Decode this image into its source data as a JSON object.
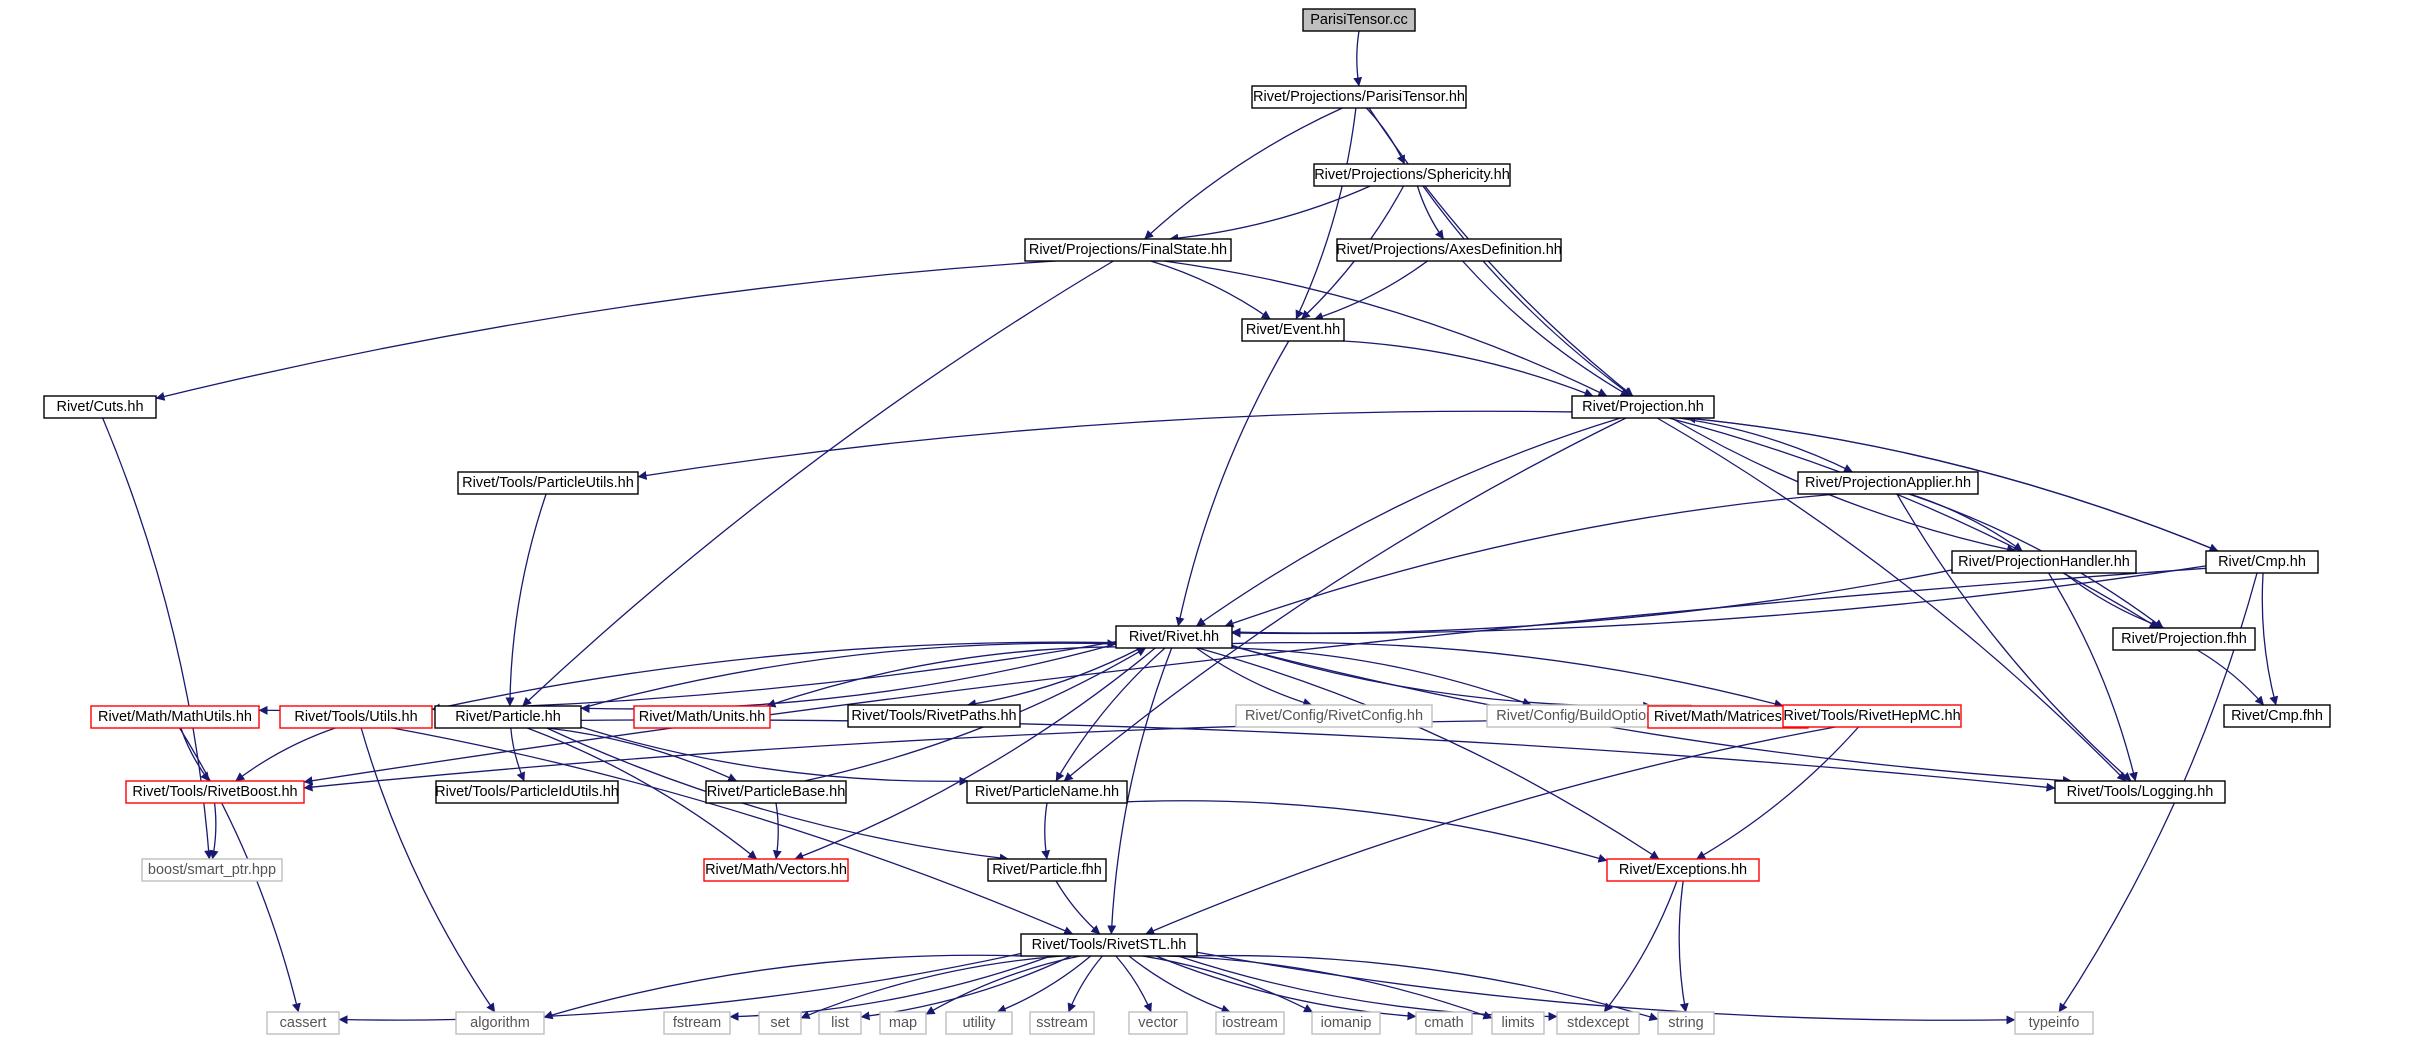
{
  "colors": {
    "edge": "#191970",
    "node_border_normal": "#000000",
    "node_border_truncated": "#ff0000",
    "node_border_external": "#bfbfbf",
    "node_fill_root": "#bfbfbf",
    "node_fill": "#ffffff"
  },
  "nodes": [
    {
      "id": "n0",
      "label": "ParisiTensor.cc",
      "kind": "root"
    },
    {
      "id": "n1",
      "label": "Rivet/Projections/ParisiTensor.hh",
      "kind": "normal"
    },
    {
      "id": "n2",
      "label": "Rivet/Projections/Sphericity.hh",
      "kind": "normal"
    },
    {
      "id": "n3",
      "label": "Rivet/Projections/FinalState.hh",
      "kind": "normal"
    },
    {
      "id": "n4",
      "label": "Rivet/Projections/AxesDefinition.hh",
      "kind": "normal"
    },
    {
      "id": "n5",
      "label": "Rivet/Event.hh",
      "kind": "normal"
    },
    {
      "id": "n6",
      "label": "Rivet/Cuts.hh",
      "kind": "normal"
    },
    {
      "id": "n7",
      "label": "Rivet/Projection.hh",
      "kind": "normal"
    },
    {
      "id": "n8",
      "label": "Rivet/Tools/ParticleUtils.hh",
      "kind": "normal"
    },
    {
      "id": "n9",
      "label": "Rivet/ProjectionApplier.hh",
      "kind": "normal"
    },
    {
      "id": "n10",
      "label": "Rivet/ProjectionHandler.hh",
      "kind": "normal"
    },
    {
      "id": "n11",
      "label": "Rivet/Cmp.hh",
      "kind": "normal"
    },
    {
      "id": "n12",
      "label": "Rivet/Rivet.hh",
      "kind": "normal"
    },
    {
      "id": "n13",
      "label": "Rivet/Projection.fhh",
      "kind": "normal"
    },
    {
      "id": "n14",
      "label": "Rivet/Cmp.fhh",
      "kind": "normal"
    },
    {
      "id": "n15",
      "label": "Rivet/Math/MathUtils.hh",
      "kind": "truncated"
    },
    {
      "id": "n16",
      "label": "Rivet/Tools/Utils.hh",
      "kind": "truncated"
    },
    {
      "id": "n17",
      "label": "Rivet/Particle.hh",
      "kind": "normal"
    },
    {
      "id": "n18",
      "label": "Rivet/Math/Units.hh",
      "kind": "truncated"
    },
    {
      "id": "n19",
      "label": "Rivet/Tools/RivetPaths.hh",
      "kind": "normal"
    },
    {
      "id": "n20",
      "label": "Rivet/Config/RivetConfig.hh",
      "kind": "external"
    },
    {
      "id": "n21",
      "label": "Rivet/Config/BuildOptions.hh",
      "kind": "external"
    },
    {
      "id": "n22",
      "label": "Rivet/Math/Matrices.hh",
      "kind": "truncated"
    },
    {
      "id": "n23",
      "label": "Rivet/Tools/RivetHepMC.hh",
      "kind": "truncated"
    },
    {
      "id": "n24",
      "label": "Rivet/Tools/RivetBoost.hh",
      "kind": "truncated"
    },
    {
      "id": "n25",
      "label": "Rivet/Tools/ParticleIdUtils.hh",
      "kind": "normal"
    },
    {
      "id": "n26",
      "label": "Rivet/ParticleBase.hh",
      "kind": "normal"
    },
    {
      "id": "n27",
      "label": "Rivet/ParticleName.hh",
      "kind": "normal"
    },
    {
      "id": "n28",
      "label": "Rivet/Tools/Logging.hh",
      "kind": "normal"
    },
    {
      "id": "n29",
      "label": "boost/smart_ptr.hpp",
      "kind": "external"
    },
    {
      "id": "n30",
      "label": "Rivet/Math/Vectors.hh",
      "kind": "truncated"
    },
    {
      "id": "n31",
      "label": "Rivet/Particle.fhh",
      "kind": "normal"
    },
    {
      "id": "n32",
      "label": "Rivet/Exceptions.hh",
      "kind": "truncated"
    },
    {
      "id": "n33",
      "label": "Rivet/Tools/RivetSTL.hh",
      "kind": "normal"
    },
    {
      "id": "n34",
      "label": "cassert",
      "kind": "external"
    },
    {
      "id": "n35",
      "label": "algorithm",
      "kind": "external"
    },
    {
      "id": "n36",
      "label": "fstream",
      "kind": "external"
    },
    {
      "id": "n37",
      "label": "set",
      "kind": "external"
    },
    {
      "id": "n38",
      "label": "list",
      "kind": "external"
    },
    {
      "id": "n39",
      "label": "map",
      "kind": "external"
    },
    {
      "id": "n40",
      "label": "utility",
      "kind": "external"
    },
    {
      "id": "n41",
      "label": "sstream",
      "kind": "external"
    },
    {
      "id": "n42",
      "label": "vector",
      "kind": "external"
    },
    {
      "id": "n43",
      "label": "iostream",
      "kind": "external"
    },
    {
      "id": "n44",
      "label": "iomanip",
      "kind": "external"
    },
    {
      "id": "n45",
      "label": "cmath",
      "kind": "external"
    },
    {
      "id": "n46",
      "label": "limits",
      "kind": "external"
    },
    {
      "id": "n47",
      "label": "stdexcept",
      "kind": "external"
    },
    {
      "id": "n48",
      "label": "string",
      "kind": "external"
    },
    {
      "id": "n49",
      "label": "typeinfo",
      "kind": "external"
    }
  ],
  "edges": [
    [
      "n0",
      "n1"
    ],
    [
      "n1",
      "n2"
    ],
    [
      "n1",
      "n3"
    ],
    [
      "n1",
      "n5"
    ],
    [
      "n1",
      "n7"
    ],
    [
      "n2",
      "n3"
    ],
    [
      "n2",
      "n4"
    ],
    [
      "n2",
      "n5"
    ],
    [
      "n2",
      "n7"
    ],
    [
      "n3",
      "n5"
    ],
    [
      "n3",
      "n6"
    ],
    [
      "n3",
      "n7"
    ],
    [
      "n3",
      "n17"
    ],
    [
      "n4",
      "n5"
    ],
    [
      "n4",
      "n7"
    ],
    [
      "n5",
      "n7"
    ],
    [
      "n5",
      "n12"
    ],
    [
      "n6",
      "n29"
    ],
    [
      "n7",
      "n8"
    ],
    [
      "n7",
      "n9"
    ],
    [
      "n7",
      "n10"
    ],
    [
      "n7",
      "n11"
    ],
    [
      "n7",
      "n12"
    ],
    [
      "n7",
      "n13"
    ],
    [
      "n7",
      "n27"
    ],
    [
      "n7",
      "n28"
    ],
    [
      "n8",
      "n17"
    ],
    [
      "n9",
      "n10"
    ],
    [
      "n9",
      "n12"
    ],
    [
      "n9",
      "n13"
    ],
    [
      "n9",
      "n28"
    ],
    [
      "n10",
      "n12"
    ],
    [
      "n10",
      "n13"
    ],
    [
      "n10",
      "n28"
    ],
    [
      "n11",
      "n7"
    ],
    [
      "n11",
      "n12"
    ],
    [
      "n11",
      "n14"
    ],
    [
      "n11",
      "n49"
    ],
    [
      "n11",
      "n24"
    ],
    [
      "n12",
      "n15"
    ],
    [
      "n12",
      "n16"
    ],
    [
      "n12",
      "n17"
    ],
    [
      "n12",
      "n18"
    ],
    [
      "n12",
      "n19"
    ],
    [
      "n12",
      "n20"
    ],
    [
      "n12",
      "n21"
    ],
    [
      "n12",
      "n22"
    ],
    [
      "n12",
      "n23"
    ],
    [
      "n12",
      "n27"
    ],
    [
      "n12",
      "n30"
    ],
    [
      "n12",
      "n28"
    ],
    [
      "n12",
      "n32"
    ],
    [
      "n12",
      "n33"
    ],
    [
      "n13",
      "n14"
    ],
    [
      "n15",
      "n24"
    ],
    [
      "n15",
      "n34"
    ],
    [
      "n16",
      "n24"
    ],
    [
      "n16",
      "n33"
    ],
    [
      "n16",
      "n35"
    ],
    [
      "n17",
      "n12"
    ],
    [
      "n17",
      "n25"
    ],
    [
      "n17",
      "n26"
    ],
    [
      "n17",
      "n27"
    ],
    [
      "n17",
      "n30"
    ],
    [
      "n17",
      "n31"
    ],
    [
      "n17",
      "n28"
    ],
    [
      "n23",
      "n24"
    ],
    [
      "n23",
      "n32"
    ],
    [
      "n23",
      "n33"
    ],
    [
      "n24",
      "n29"
    ],
    [
      "n26",
      "n12"
    ],
    [
      "n26",
      "n30"
    ],
    [
      "n27",
      "n31"
    ],
    [
      "n27",
      "n32"
    ],
    [
      "n31",
      "n33"
    ],
    [
      "n32",
      "n47"
    ],
    [
      "n32",
      "n48"
    ],
    [
      "n33",
      "n34"
    ],
    [
      "n33",
      "n35"
    ],
    [
      "n33",
      "n36"
    ],
    [
      "n33",
      "n37"
    ],
    [
      "n33",
      "n38"
    ],
    [
      "n33",
      "n39"
    ],
    [
      "n33",
      "n40"
    ],
    [
      "n33",
      "n41"
    ],
    [
      "n33",
      "n42"
    ],
    [
      "n33",
      "n43"
    ],
    [
      "n33",
      "n44"
    ],
    [
      "n33",
      "n45"
    ],
    [
      "n33",
      "n46"
    ],
    [
      "n33",
      "n47"
    ],
    [
      "n33",
      "n48"
    ],
    [
      "n33",
      "n49"
    ]
  ]
}
